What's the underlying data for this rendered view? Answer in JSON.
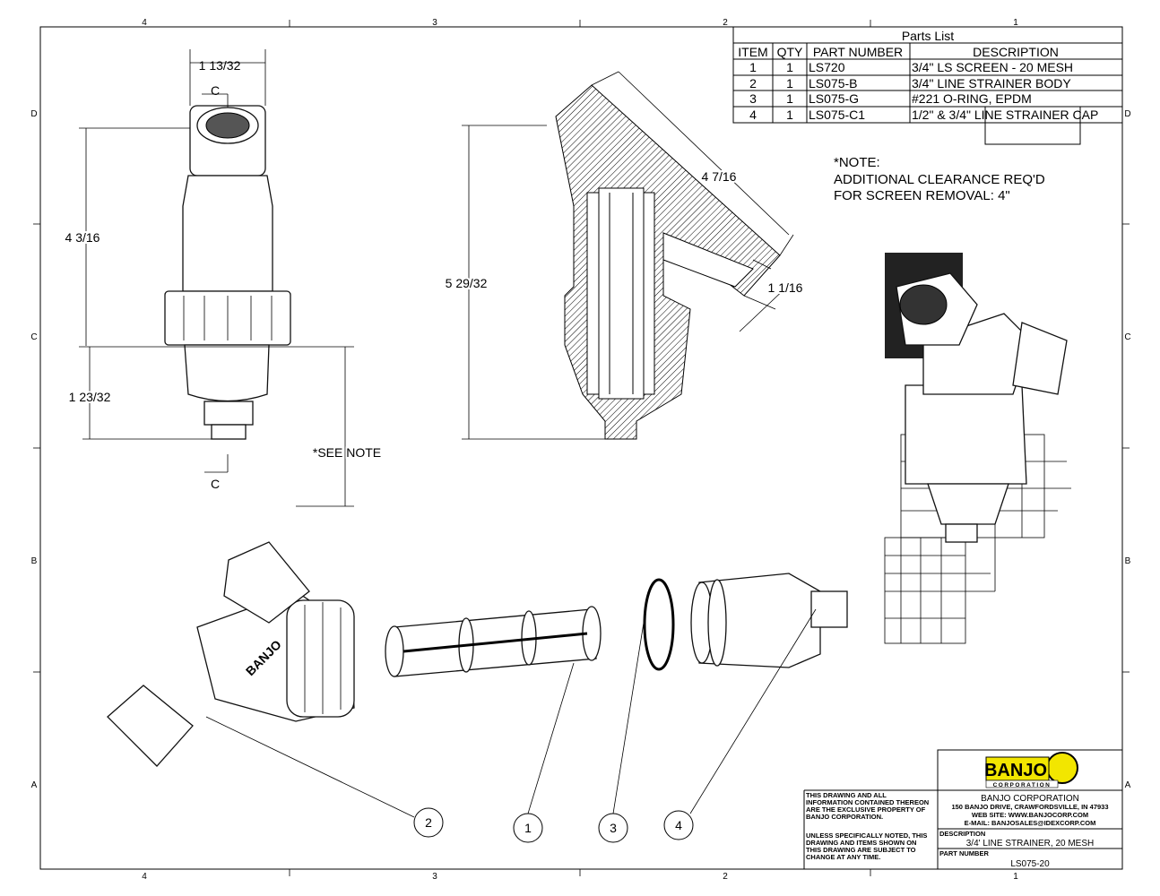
{
  "zones": {
    "columns": [
      "4",
      "3",
      "2",
      "1"
    ],
    "rows": [
      "D",
      "C",
      "B",
      "A"
    ]
  },
  "parts_list": {
    "title": "Parts List",
    "headers": [
      "ITEM",
      "QTY",
      "PART NUMBER",
      "DESCRIPTION"
    ],
    "rows": [
      {
        "item": "1",
        "qty": "1",
        "part_number": "LS720",
        "description": "3/4\" LS SCREEN - 20 MESH"
      },
      {
        "item": "2",
        "qty": "1",
        "part_number": "LS075-B",
        "description": "3/4\" LINE STRAINER BODY"
      },
      {
        "item": "3",
        "qty": "1",
        "part_number": "LS075-G",
        "description": "#221 O-RING, EPDM"
      },
      {
        "item": "4",
        "qty": "1",
        "part_number": "LS075-C1",
        "description": "1/2\" & 3/4\" LINE STRAINER CAP"
      }
    ]
  },
  "note": {
    "line1": "*NOTE:",
    "line2": "ADDITIONAL CLEARANCE REQ'D",
    "line3": "FOR SCREEN REMOVAL: 4\""
  },
  "dimensions": {
    "width_top": "1 13/32",
    "height_upper": "4 3/16",
    "height_lower": "1 23/32",
    "see_note": "*SEE NOTE",
    "section_label_top": "C",
    "section_label_bottom": "C",
    "section_height": "5 29/32",
    "diagonal_length": "4 7/16",
    "outlet_offset": "1 1/16"
  },
  "balloons": [
    "2",
    "1",
    "3",
    "4"
  ],
  "title_block": {
    "logo_text": "BANJO",
    "logo_sub": "CORPORATION",
    "company": "BANJO CORPORATION",
    "address": "150 BANJO DRIVE, CRAWFORDSVILLE, IN 47933",
    "website": "WEB SITE: WWW.BANJOCORP.COM",
    "email": "E-MAIL: BANJOSALES@IDEXCORP.COM",
    "description_label": "DESCRIPTION",
    "description": "3/4' LINE STRAINER, 20 MESH",
    "part_number_label": "PART NUMBER",
    "part_number": "LS075-20",
    "notice1": [
      "THIS DRAWING AND ALL",
      "INFORMATION CONTAINED THEREON",
      "ARE THE EXCLUSIVE PROPERTY OF",
      "BANJO CORPORATION."
    ],
    "notice2": [
      "UNLESS SPECIFICALLY NOTED, THIS",
      "DRAWING AND ITEMS SHOWN ON",
      "THIS DRAWING ARE SUBJECT TO",
      "CHANGE AT ANY TIME."
    ]
  },
  "colors": {
    "logo_yellow": "#f2e600",
    "line": "#000000"
  }
}
